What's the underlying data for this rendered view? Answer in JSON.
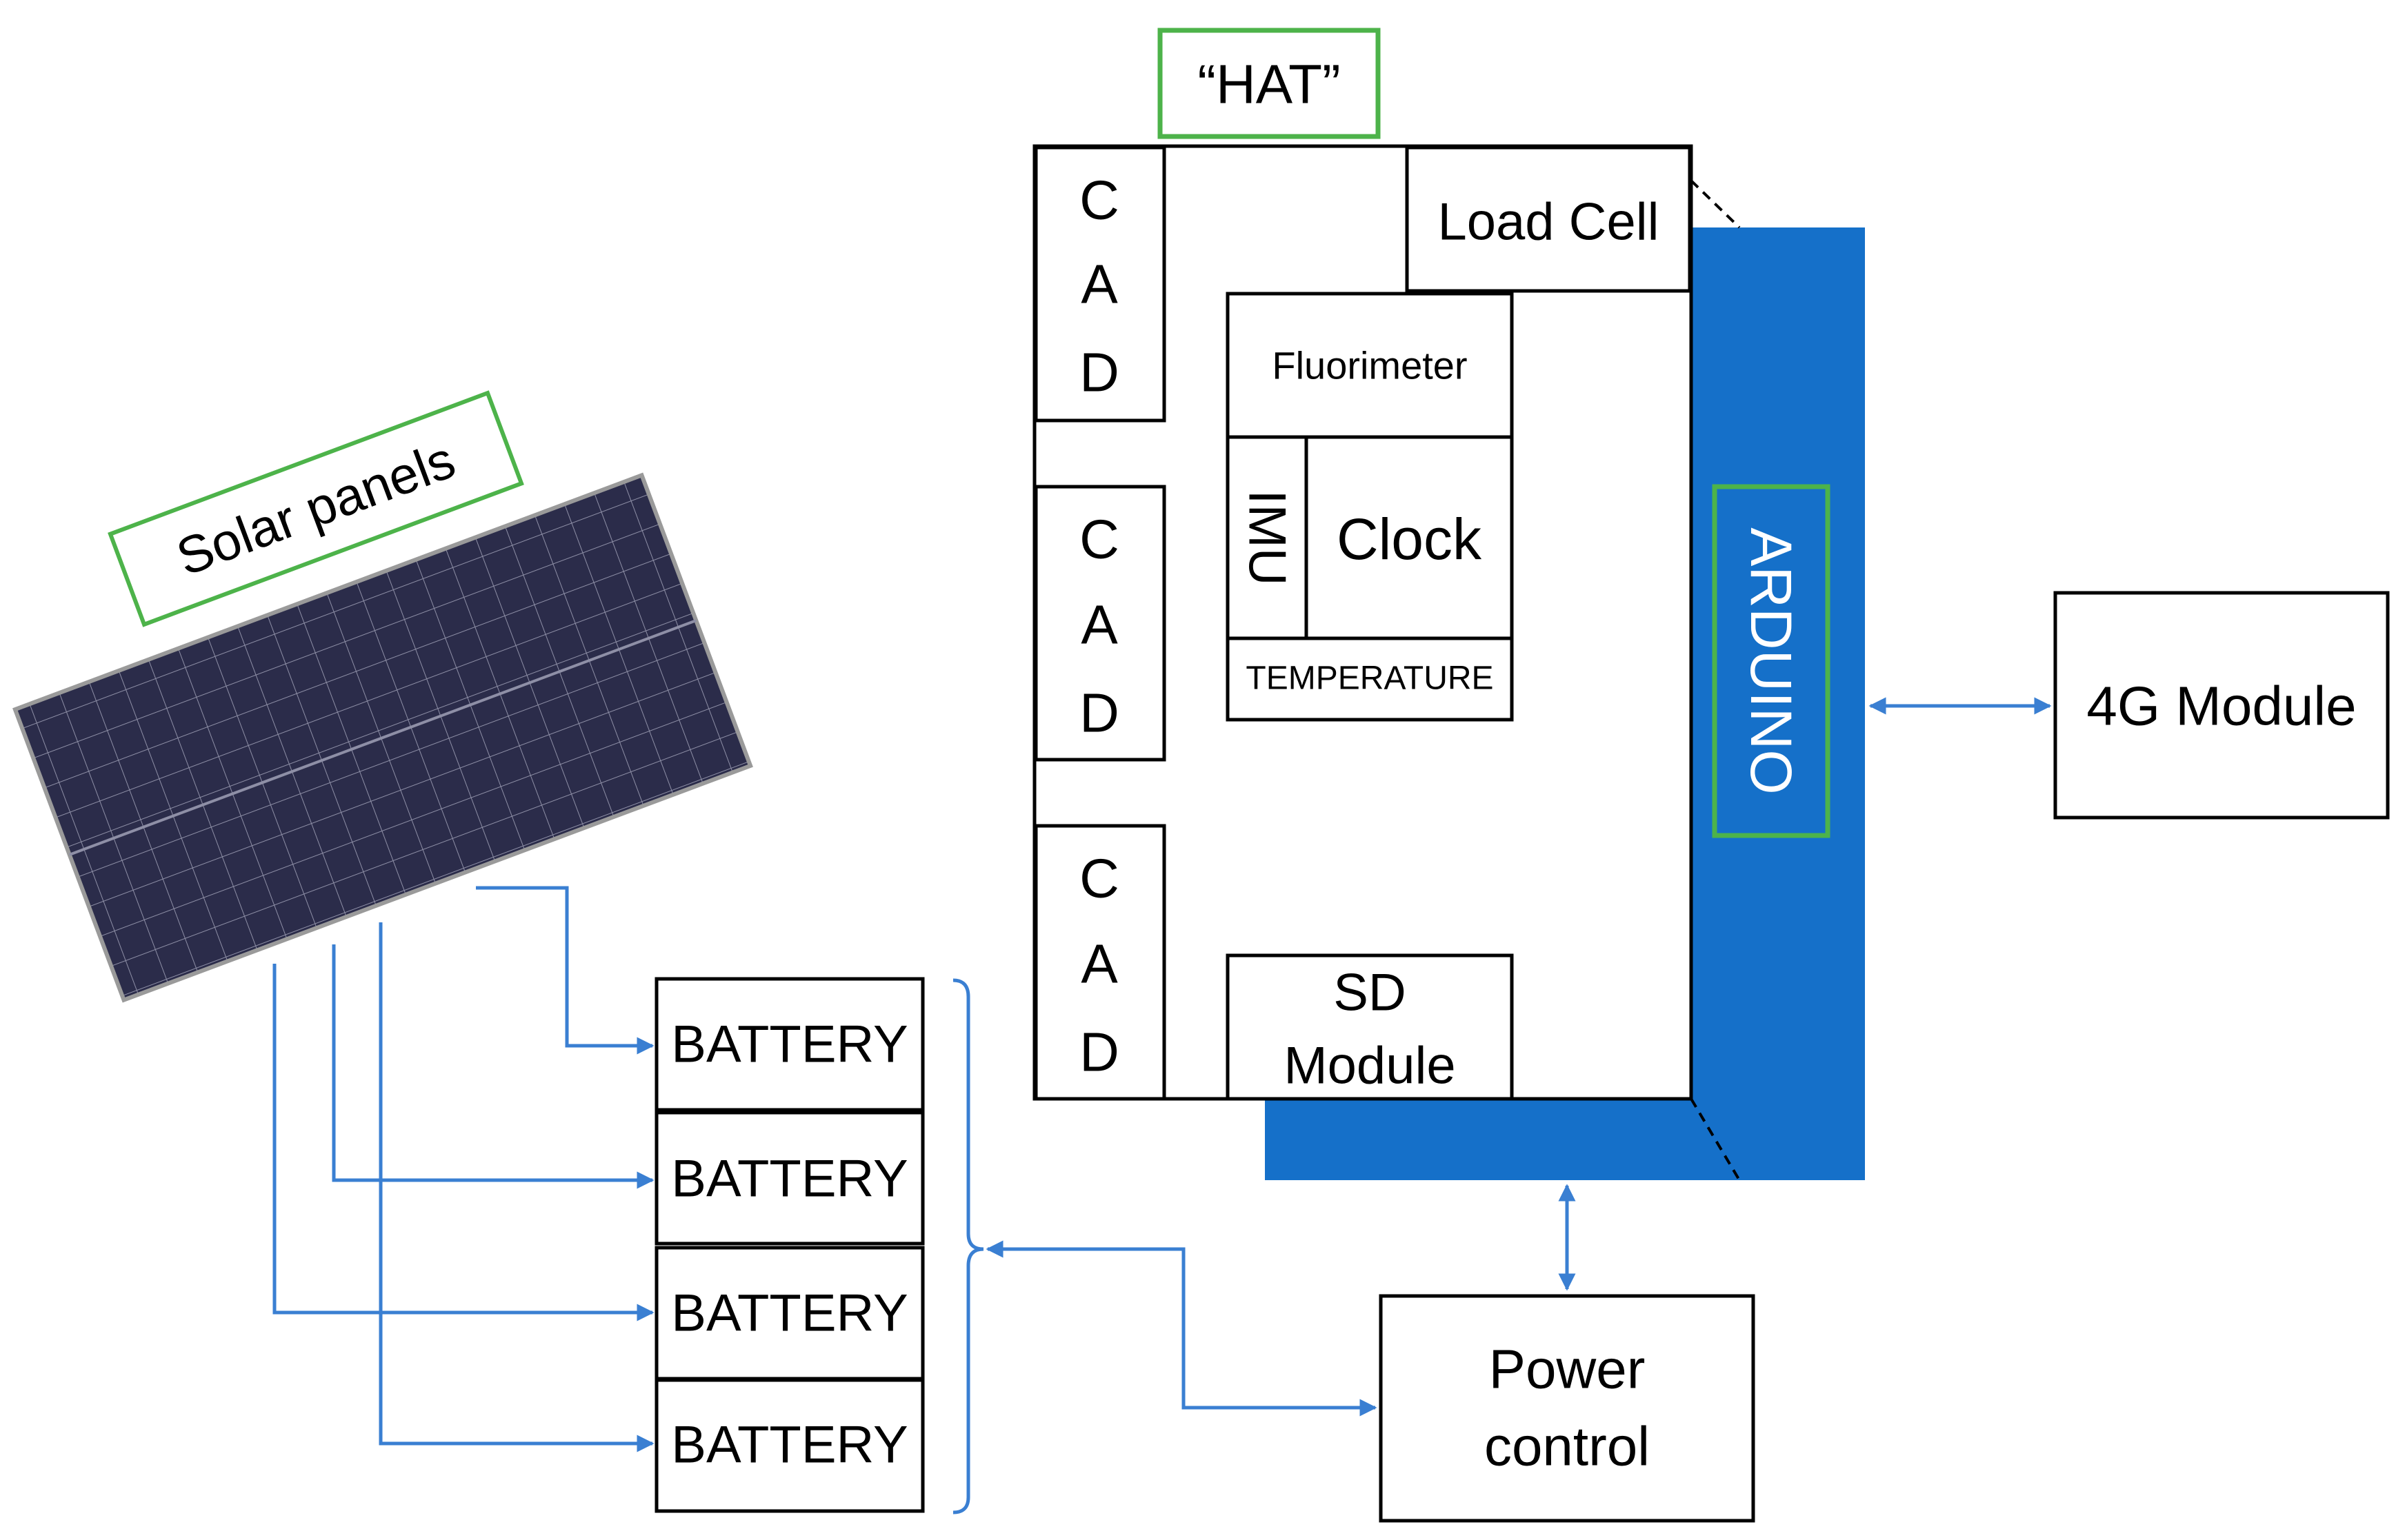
{
  "colors": {
    "arduino_blue": "#1570C9",
    "connector_blue": "#3A7FD2",
    "label_green": "#4DB34A",
    "panel_dark": "#2B2C4A",
    "box_stroke": "#000000"
  },
  "labels": {
    "solar_panels": "Solar panels",
    "hat": "“HAT”",
    "load_cell": "Load Cell",
    "fluorimeter": "Fluorimeter",
    "imu": "IMU",
    "clock": "Clock",
    "temperature": "TEMPERATURE",
    "sd_module_line1": "SD",
    "sd_module_line2": "Module",
    "arduino": "ARDUINO",
    "module_4g": "4G Module",
    "power_control_line1": "Power",
    "power_control_line2": "control",
    "cad_blocks": [
      [
        "C",
        "A",
        "D"
      ],
      [
        "C",
        "A",
        "D"
      ],
      [
        "C",
        "A",
        "D"
      ]
    ],
    "batteries": [
      "BATTERY",
      "BATTERY",
      "BATTERY",
      "BATTERY"
    ]
  },
  "icons": {
    "solar_panel": "solar-panel-icon"
  }
}
